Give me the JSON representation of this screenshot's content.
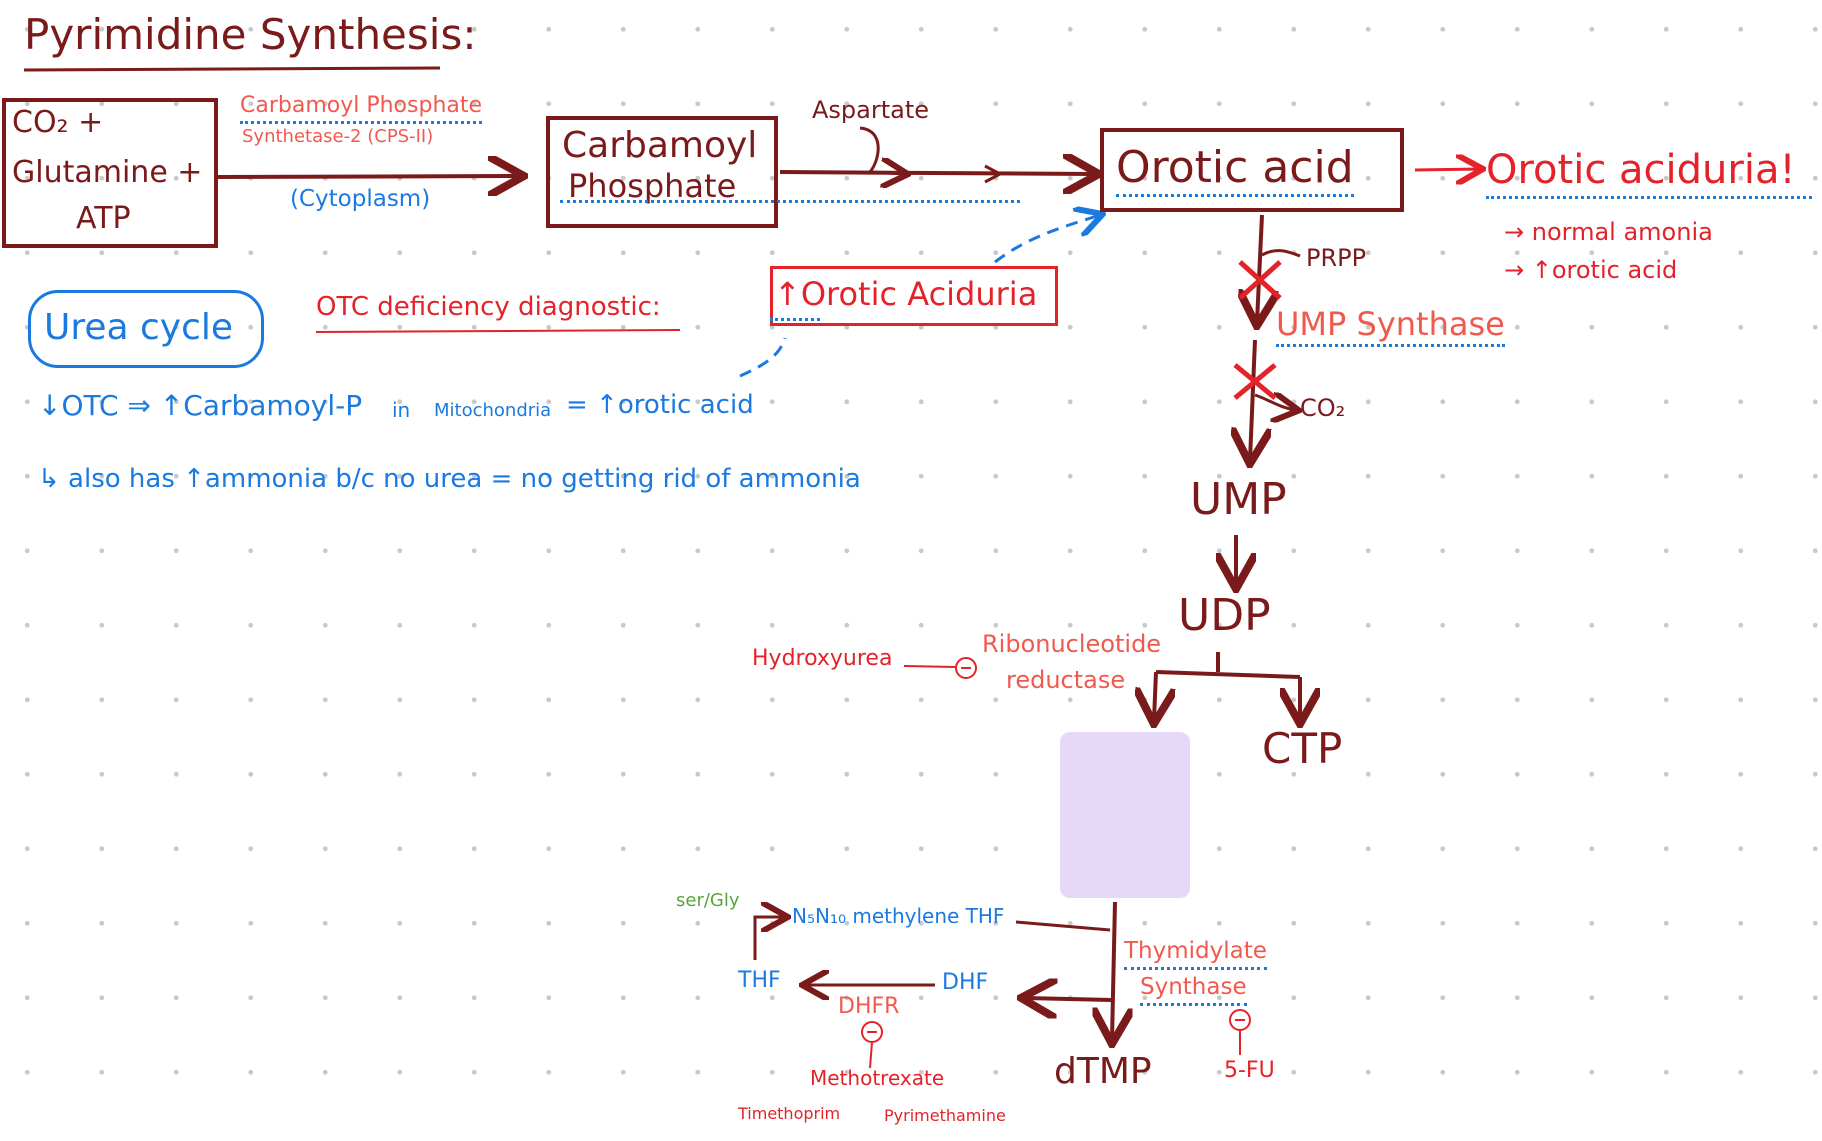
{
  "title": "Pyrimidine Synthesis:",
  "start_box": {
    "line1": "CO₂ +",
    "line2": "Glutamine +",
    "line3": "ATP"
  },
  "enzyme_cps": {
    "line1": "Carbamoyl Phosphate",
    "line2": "Synthetase-2 (CPS-II)"
  },
  "location": "(Cytoplasm)",
  "carbamoyl_box": {
    "line1": "Carbamoyl",
    "line2": "Phosphate"
  },
  "aspartate": "Aspartate",
  "orotic_acid": "Orotic acid",
  "orotic_aciduria": {
    "title": "Orotic aciduria!",
    "note1": "→ normal amonia",
    "note2": "→ ↑orotic acid"
  },
  "prpp": "PRPP",
  "ump_synthase": "UMP Synthase",
  "co2": "CO₂",
  "ump": "UMP",
  "udp": "UDP",
  "ctp": "CTP",
  "dtmp": "dTMP",
  "ribonucleotide_reductase": {
    "line1": "Ribonucleotide",
    "line2": "reductase"
  },
  "hydroxyurea": "Hydroxyurea",
  "urea_cycle": "Urea cycle",
  "otc_diag": "OTC deficiency diagnostic:",
  "orotic_aciduria_box": "↑Orotic Aciduria",
  "otc_line1": {
    "a": "↓OTC ⇒ ↑Carbamoyl-P",
    "b": "in",
    "c": "Mitochondria",
    "d": "= ↑orotic acid"
  },
  "otc_line2": "↳ also has ↑ammonia b/c no urea = no getting rid of ammonia",
  "thymidylate": {
    "line1": "Thymidylate",
    "line2": "Synthase"
  },
  "five_fu": "5-FU",
  "ser_gly": "ser/Gly",
  "methylene_thf": "N₅N₁₀ methylene THF",
  "thf": "THF",
  "dhf": "DHF",
  "dhfr": "DHFR",
  "methotrexate": "Methotrexate",
  "timethoprim": "Timethoprim",
  "pyrimethamine": "Pyrimethamine",
  "inhibit_symbol": "⊖",
  "colors": {
    "maroon": "#7a1a1a",
    "red": "#e4222a",
    "salmon": "#f05a4e",
    "blue": "#1a7ae0",
    "green": "#5aa53a",
    "redaction": "#e6d9f7"
  }
}
